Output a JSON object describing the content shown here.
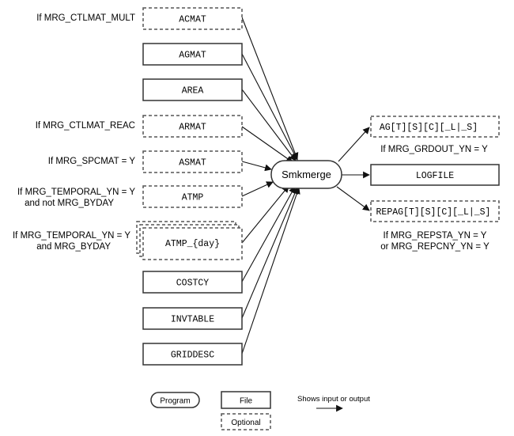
{
  "program": {
    "label": "Smkmerge"
  },
  "inputs": [
    {
      "id": "acmat",
      "label": "ACMAT",
      "optional": true,
      "condition": "If MRG_CTLMAT_MULT"
    },
    {
      "id": "agmat",
      "label": "AGMAT",
      "optional": false,
      "condition": ""
    },
    {
      "id": "area",
      "label": "AREA",
      "optional": false,
      "condition": ""
    },
    {
      "id": "armat",
      "label": "ARMAT",
      "optional": true,
      "condition": "If MRG_CTLMAT_REAC"
    },
    {
      "id": "asmat",
      "label": "ASMAT",
      "optional": true,
      "condition": "If MRG_SPCMAT = Y"
    },
    {
      "id": "atmp",
      "label": "ATMP",
      "optional": true,
      "condition_line1": "If MRG_TEMPORAL_YN = Y",
      "condition_line2": "and not MRG_BYDAY"
    },
    {
      "id": "atmp-day",
      "label": "ATMP_{day}",
      "optional": true,
      "stacked": true,
      "condition_line1": "If MRG_TEMPORAL_YN = Y",
      "condition_line2": "and MRG_BYDAY"
    },
    {
      "id": "costcy",
      "label": "COSTCY",
      "optional": false,
      "condition": ""
    },
    {
      "id": "invtable",
      "label": "INVTABLE",
      "optional": false,
      "condition": ""
    },
    {
      "id": "griddesc",
      "label": "GRIDDESC",
      "optional": false,
      "condition": ""
    }
  ],
  "outputs": [
    {
      "id": "ag",
      "label": "AG[T][S][C][_L|_S]",
      "optional": true,
      "condition": "If MRG_GRDOUT_YN = Y"
    },
    {
      "id": "logfile",
      "label": "LOGFILE",
      "optional": false,
      "condition": ""
    },
    {
      "id": "repag",
      "label": "REPAG[T][S][C][_L|_S]",
      "optional": true,
      "condition_line1": "If MRG_REPSTA_YN = Y",
      "condition_line2": "or MRG_REPCNY_YN = Y"
    }
  ],
  "legend": {
    "program": "Program",
    "file": "File",
    "optional": "Optional",
    "arrow": "Shows input or output"
  }
}
